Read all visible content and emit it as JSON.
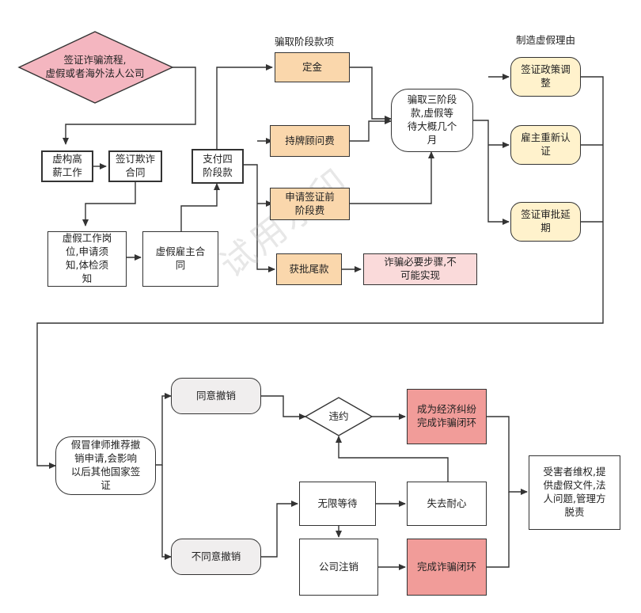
{
  "captions": {
    "fraud_stages": "骗取阶段款项",
    "fabricated_reasons": "制造虚假理由"
  },
  "nodes": {
    "start": "签证诈骗流程,\n虚假或者海外法人公司",
    "fake_job": "虚构高\n薪工作",
    "sign_contract": "签订欺诈\n合同",
    "fake_post": "虚假工作岗\n位,申请须\n知,体检须\n知",
    "fake_employer": "虚假雇主合\n同",
    "pay_four": "支付四\n阶段款",
    "deposit": "定金",
    "license_fee": "持牌顾问费",
    "pre_visa_fee": "申请签证前\n阶段费",
    "final_fee": "获批尾款",
    "necessary_step": "诈骗必要步骤,不\n可能实现",
    "wait_stage3": "骗取三阶段\n款,虚假等\n待大概几个\n月",
    "policy_adjust": "签证政策调\n整",
    "employer_recert": "雇主重新认\n证",
    "approval_delay": "签证审批延\n期",
    "fake_lawyer": "假冒律师推荐撤\n销申请,会影响\n以后其他国家签\n证",
    "agree_cancel": "同意撤销",
    "disagree_cancel": "不同意撤销",
    "breach": "违约",
    "dispute_close": "成为经济纠纷\n完成诈骗闭环",
    "wait_forever": "无限等待",
    "lose_patience": "失去耐心",
    "company_cancel": "公司注销",
    "complete_close": "完成诈骗闭环",
    "victim_rights": "受害者维权,提\n供虚假文件,法\n人问题,管理方\n脱责"
  },
  "watermark": "试用水印",
  "colors": {
    "start_fill": "#f4b6c0",
    "orange": "#fad7ac",
    "yellow": "#fff2cc",
    "pink": "#fadada",
    "red": "#f19c99",
    "gray": "#f0eeee"
  }
}
